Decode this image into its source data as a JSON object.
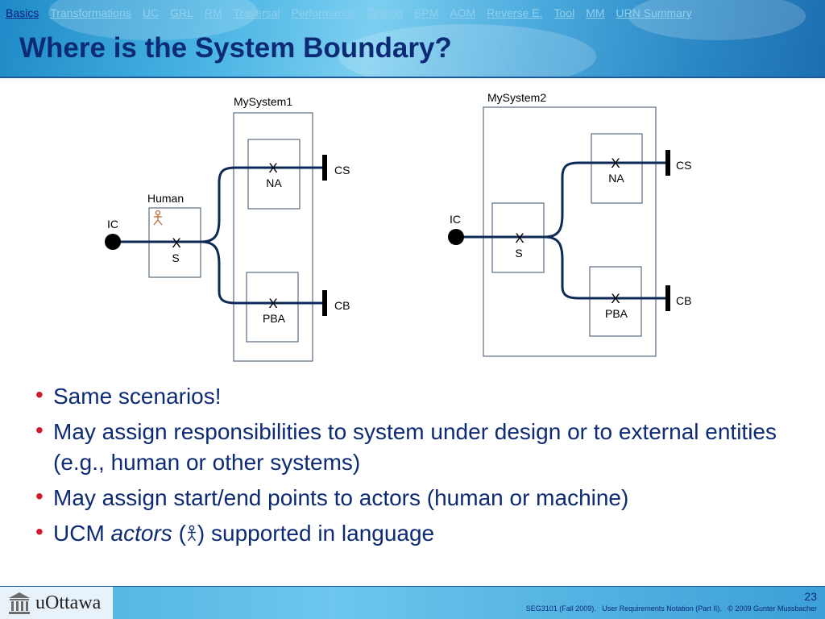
{
  "nav": {
    "items": [
      {
        "label": "Basics",
        "active": true
      },
      {
        "label": "Transformations",
        "active": false
      },
      {
        "label": "UC",
        "active": false
      },
      {
        "label": "GRL",
        "active": false
      },
      {
        "label": "RM",
        "active": false
      },
      {
        "label": "Traversal",
        "active": false
      },
      {
        "label": "Performance",
        "active": false
      },
      {
        "label": "Testing",
        "active": false
      },
      {
        "label": "BPM",
        "active": false
      },
      {
        "label": "AOM",
        "active": false
      },
      {
        "label": "Reverse E.",
        "active": false
      },
      {
        "label": "Tool",
        "active": false
      },
      {
        "label": "MM",
        "active": false
      },
      {
        "label": "URN Summary",
        "active": false
      }
    ]
  },
  "title": "Where is the System Boundary?",
  "diagram": {
    "left": {
      "system_label": "MySystem1",
      "actor_label": "Human",
      "start_label": "IC",
      "resp_s": "S",
      "resp_na": "NA",
      "resp_pba": "PBA",
      "end_cs": "CS",
      "end_cb": "CB",
      "x_mark": "X"
    },
    "right": {
      "system_label": "MySystem2",
      "start_label": "IC",
      "resp_s": "S",
      "resp_na": "NA",
      "resp_pba": "PBA",
      "end_cs": "CS",
      "end_cb": "CB",
      "x_mark": "X"
    },
    "colors": {
      "path": "#0d2a55",
      "box": "#3a4f6a",
      "actor_icon": "#c06a3a"
    }
  },
  "bullets": {
    "b1": "Same scenarios!",
    "b2": "May assign responsibilities to system under design or to external entities (e.g., human or other systems)",
    "b3": "May assign start/end points to actors (human or machine)",
    "b4_pre": "UCM ",
    "b4_em": "actors",
    "b4_open": " (",
    "b4_close": ") supported in language",
    "bullet_char": "•"
  },
  "footer": {
    "logo": "uOttawa",
    "page_number": "23",
    "course": "SEG3101 (Fall 2009).   User Requirements Notation (Part II).   © 2009 Gunter Mussbacher"
  },
  "theme": {
    "title_color": "#0d2a75",
    "bullet_color": "#d0192b"
  }
}
